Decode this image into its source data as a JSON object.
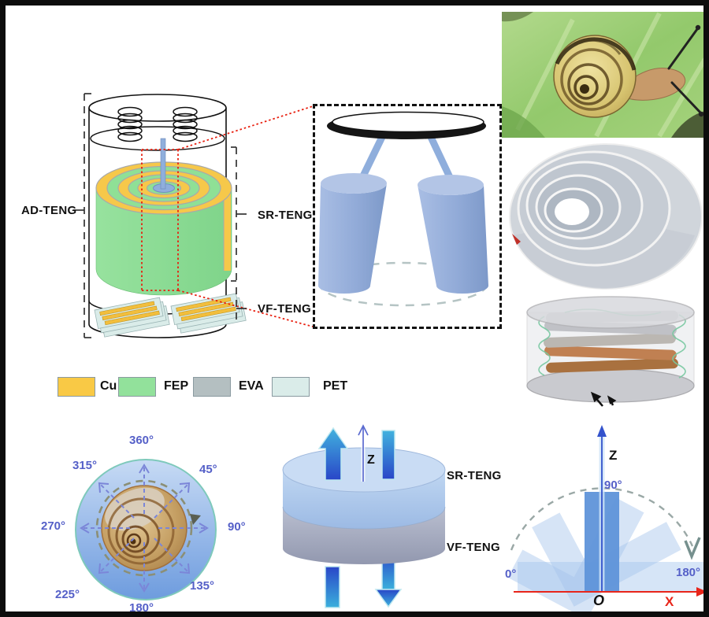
{
  "schematic": {
    "ad_teng": "AD-TENG",
    "sr_teng": "SR-TENG",
    "vf_teng": "VF-TENG"
  },
  "legend": {
    "items": [
      {
        "label": "Cu",
        "color": "#f9c945"
      },
      {
        "label": "FEP",
        "color": "#92e19b"
      },
      {
        "label": "EVA",
        "color": "#b4bfc1"
      },
      {
        "label": "PET",
        "color": "#daece9"
      }
    ]
  },
  "dial": {
    "a360": "360°",
    "a45": "45°",
    "a90": "90°",
    "a135": "135°",
    "a180": "180°",
    "a225": "225°",
    "a270": "270°",
    "a315": "315°"
  },
  "stack": {
    "z": "Z",
    "sr": "SR-TENG",
    "vf": "VF-TENG"
  },
  "fan": {
    "z": "Z",
    "x": "X",
    "origin": "O",
    "a0": "0°",
    "a90": "90°",
    "a180": "180°"
  },
  "colors": {
    "cu": "#f9c945",
    "fep": "#92e19b",
    "eva": "#b4bfc1",
    "pet": "#daece9",
    "cone_blue": "#9fb6df",
    "arrow_blue_top": "#41b2de",
    "arrow_blue_bottom": "#2946c8",
    "x_axis_red": "#e8251a",
    "angle_text": "#5560c8",
    "red_dotted": "#e82010"
  }
}
